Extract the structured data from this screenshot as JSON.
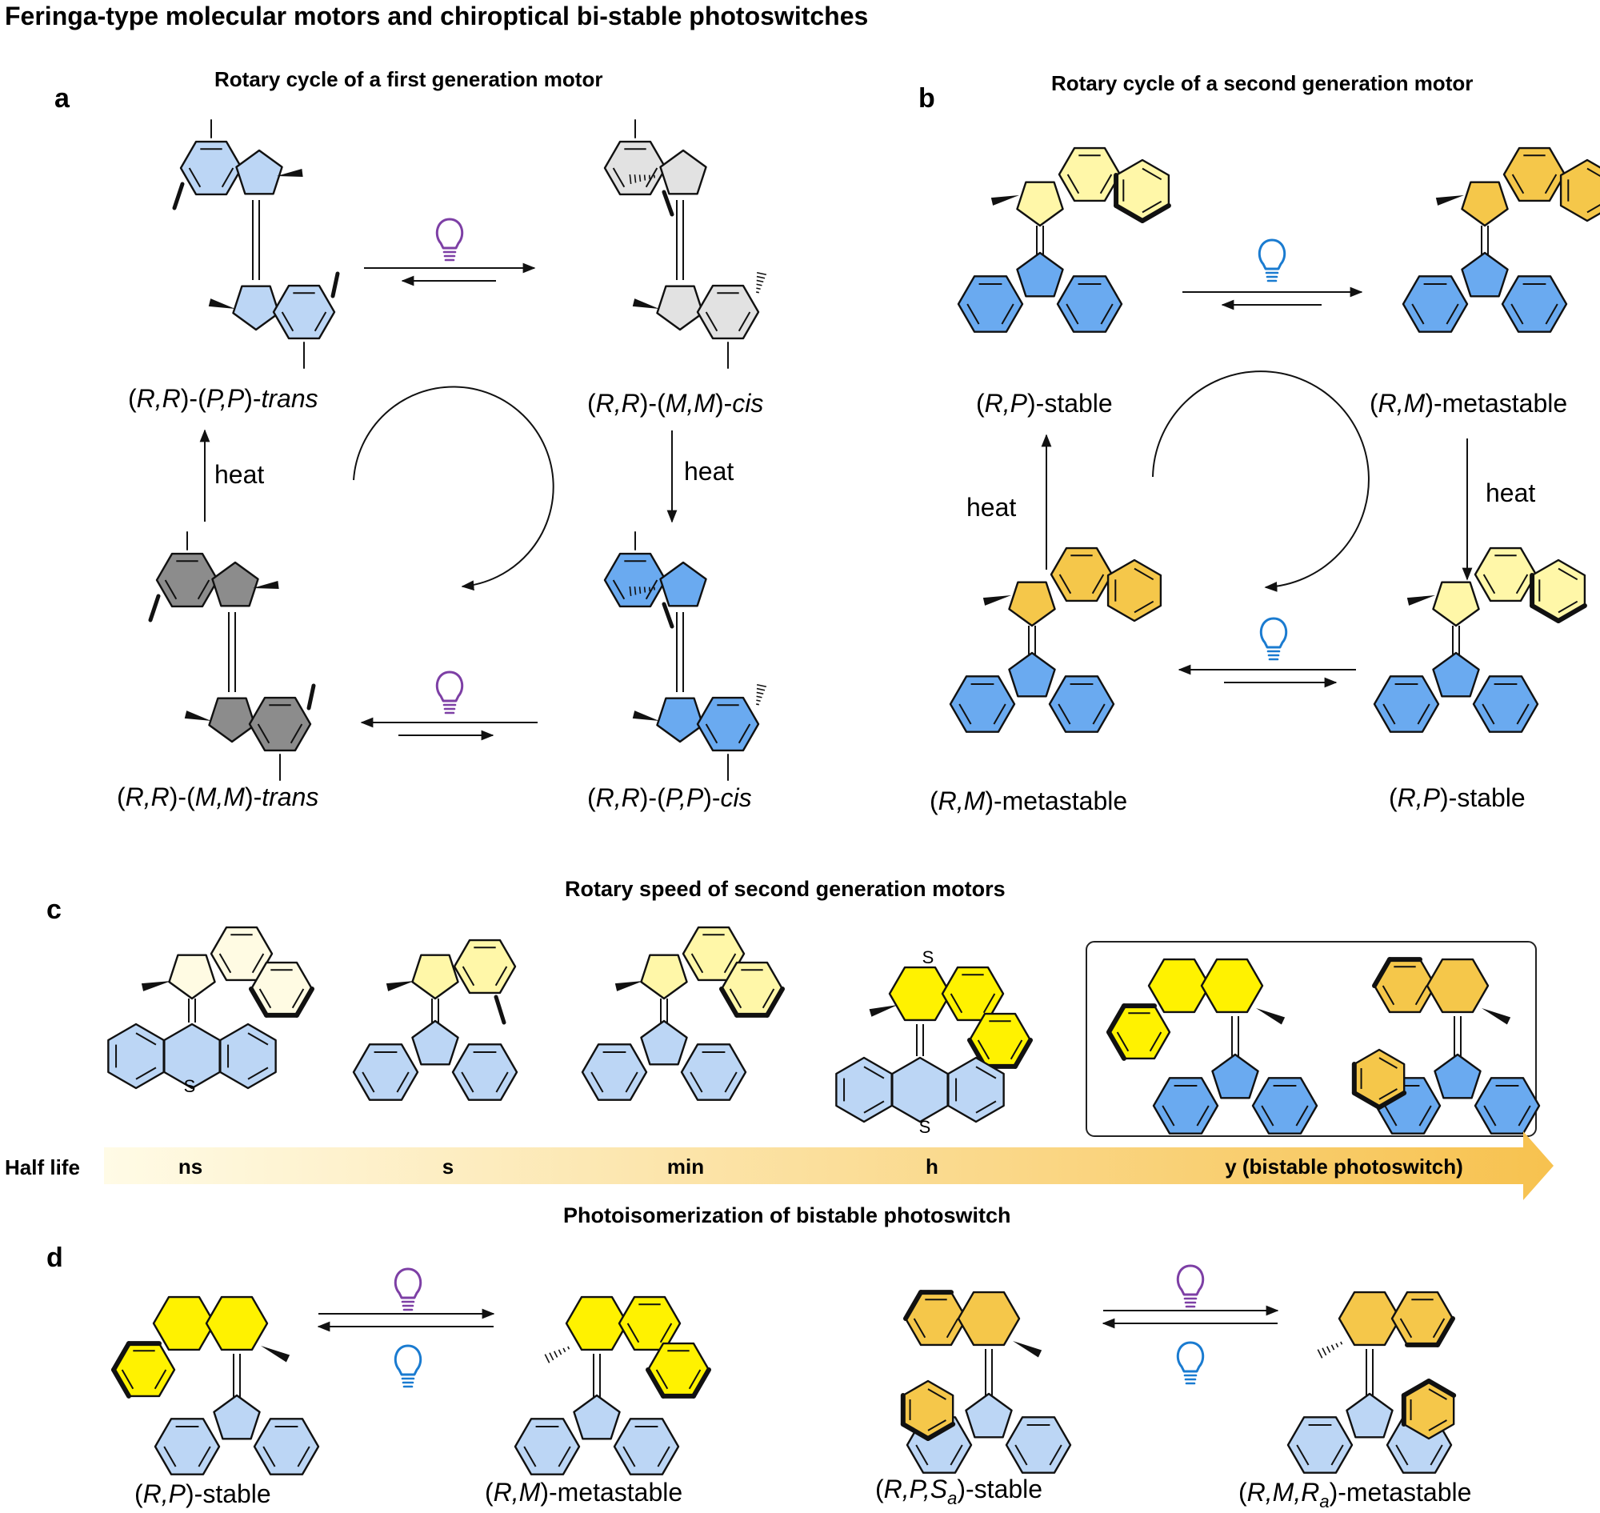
{
  "title": "Feringa-type molecular motors and chiroptical bi-stable photoswitches",
  "panel_a": {
    "letter": "a",
    "heading": "Rotary cycle of a first generation motor",
    "labels": [
      {
        "p1": "(",
        "i1": "R,R",
        "p2": ")-(",
        "i2": "P,P",
        "p3": ")-",
        "i3": "trans"
      },
      {
        "p1": "(",
        "i1": "R,R",
        "p2": ")-(",
        "i2": "M,M",
        "p3": ")-",
        "i3": "cis"
      },
      {
        "p1": "(",
        "i1": "R,R",
        "p2": ")-(",
        "i2": "M,M",
        "p3": ")-",
        "i3": "trans"
      },
      {
        "p1": "(",
        "i1": "R,R",
        "p2": ")-(",
        "i2": "P,P",
        "p3": ")-",
        "i3": "cis"
      }
    ],
    "heat_left": "heat",
    "heat_right": "heat"
  },
  "panel_b": {
    "letter": "b",
    "heading": "Rotary cycle of a second generation motor",
    "labels": [
      {
        "p1": "(",
        "i1": "R,P",
        "p2": ")-stable"
      },
      {
        "p1": "(",
        "i1": "R,M",
        "p2": ")-metastable"
      },
      {
        "p1": "(",
        "i1": "R,M",
        "p2": ")-metastable"
      },
      {
        "p1": "(",
        "i1": "R,P",
        "p2": ")-stable"
      }
    ],
    "heat_left": "heat",
    "heat_right": "heat"
  },
  "panel_c": {
    "letter": "c",
    "heading": "Rotary speed of  second generation motors",
    "axis_label": "Half life",
    "ticks": [
      "ns",
      "s",
      "min",
      "h",
      "y (bistable photoswitch)"
    ],
    "heteroatom": "S"
  },
  "panel_d": {
    "letter": "d",
    "heading": "Photoisomerization of bistable photoswitch",
    "labels": [
      {
        "p1": "(",
        "i1": "R,P",
        "p2": ")-stable"
      },
      {
        "p1": "(",
        "i1": "R,M",
        "p2": ")-metastable"
      },
      {
        "p1": "(",
        "i1": "R,P,S",
        "sub": "a",
        "p2": ")-stable"
      },
      {
        "p1": "(",
        "i1": "R,M,R",
        "sub": "a",
        "p2": ")-metastable"
      }
    ]
  },
  "colors": {
    "blue_light": "#bcd6f5",
    "blue": "#6aaaf0",
    "gray_light": "#e2e2e2",
    "gray_dark": "#8c8c8c",
    "yellow_pale": "#fffbe3",
    "yellow_light": "#fff7a8",
    "yellow": "#fff200",
    "gold": "#f5c74a",
    "arrow_gradient_start": "#fffbe6",
    "arrow_gradient_end": "#f7c24f",
    "bulb_purple": "#7d3fa5",
    "bulb_blue": "#1a7bd0"
  }
}
